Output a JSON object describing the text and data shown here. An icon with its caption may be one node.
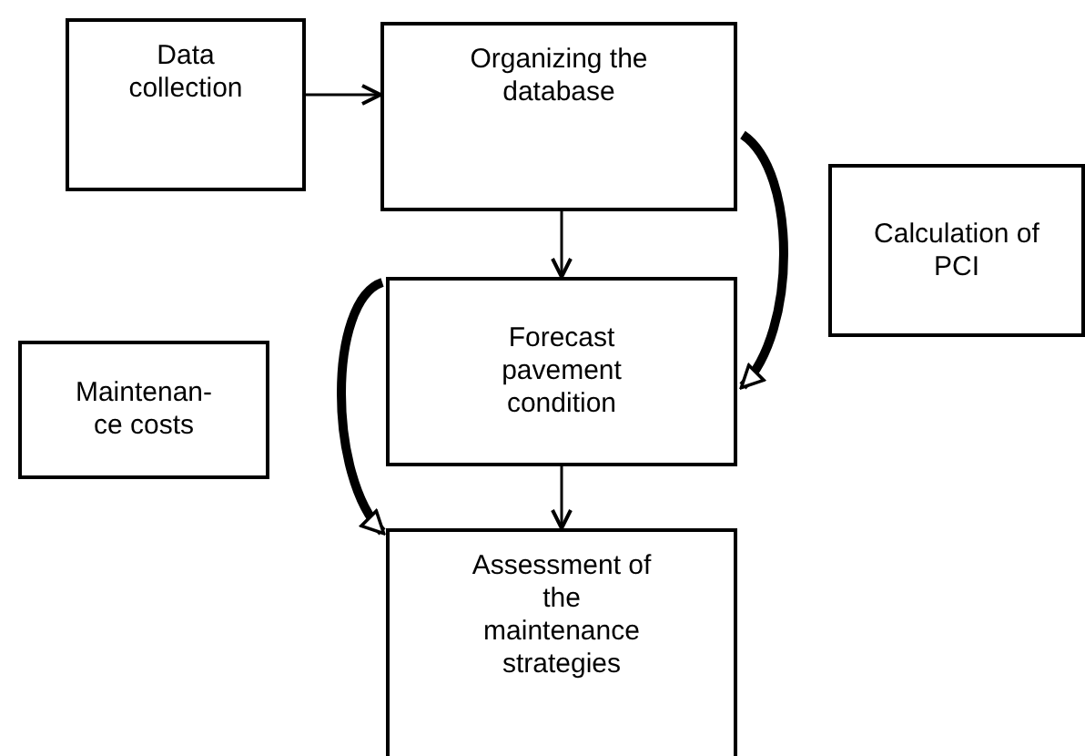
{
  "diagram": {
    "nodes": [
      {
        "text": [
          "Data collection"
        ]
      },
      {
        "text": [
          "Organizing the database"
        ]
      },
      {
        "text": [
          "Calculation of PCI"
        ]
      },
      {
        "text": [
          "Maintenan-ce costs"
        ]
      },
      {
        "text": [
          "Forecast pavement condition"
        ]
      },
      {
        "text": [
          "Assessment of the maintenance strategies"
        ]
      }
    ],
    "edges": [
      {
        "from": 0,
        "to": 1,
        "arrow": "to"
      },
      {
        "from": 1,
        "to": 4,
        "arrow": "to"
      },
      {
        "from": 4,
        "to": 5,
        "arrow": "to"
      },
      {
        "from": 1,
        "to": 4,
        "arrow": "to",
        "style": "thick"
      },
      {
        "from": 4,
        "to": 5,
        "arrow": "to",
        "style": "thick"
      }
    ]
  }
}
